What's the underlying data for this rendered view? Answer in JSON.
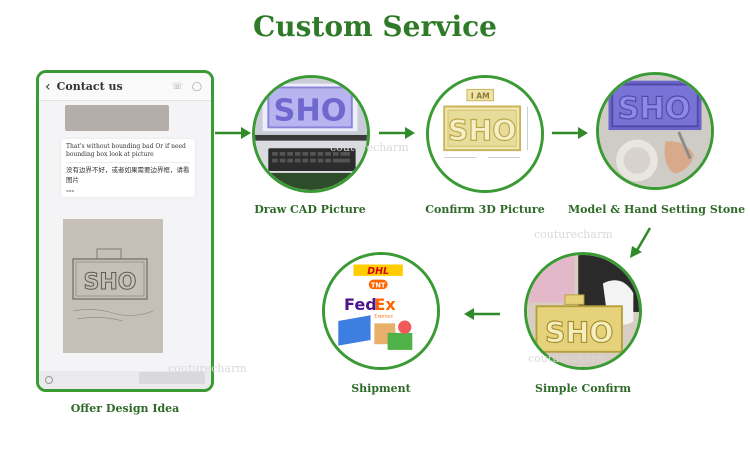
{
  "title": "Custom Service",
  "phone": {
    "header_title": "Contact us",
    "back_glyph": "‹",
    "header_icons": "☏ ◯",
    "bubble_en": "That's without bounding bad Or if need bounding box look at picture",
    "bubble_zh": "没有边界不好，或者如果需要边界框，请看图片"
  },
  "steps": [
    {
      "label": "Offer Design Idea"
    },
    {
      "label": "Draw CAD Picture"
    },
    {
      "label": "Confirm 3D Picture"
    },
    {
      "label": "Model & Hand Setting Stone"
    },
    {
      "label": "Simple Confirm"
    },
    {
      "label": "Shipment"
    }
  ],
  "design_text": {
    "letters": "SHO",
    "tag": "I AM"
  },
  "shipping": {
    "carrier1": "DHL",
    "carrier2": "TNT",
    "carrier3_a": "Fed",
    "carrier3_b": "Ex",
    "carrier3_sub": "Express"
  },
  "watermark": "couturecharm",
  "colors": {
    "green": "#3a9a34",
    "title_green": "#2f7a28",
    "purple": "#6a63c9",
    "gold": "#e6d27a"
  }
}
